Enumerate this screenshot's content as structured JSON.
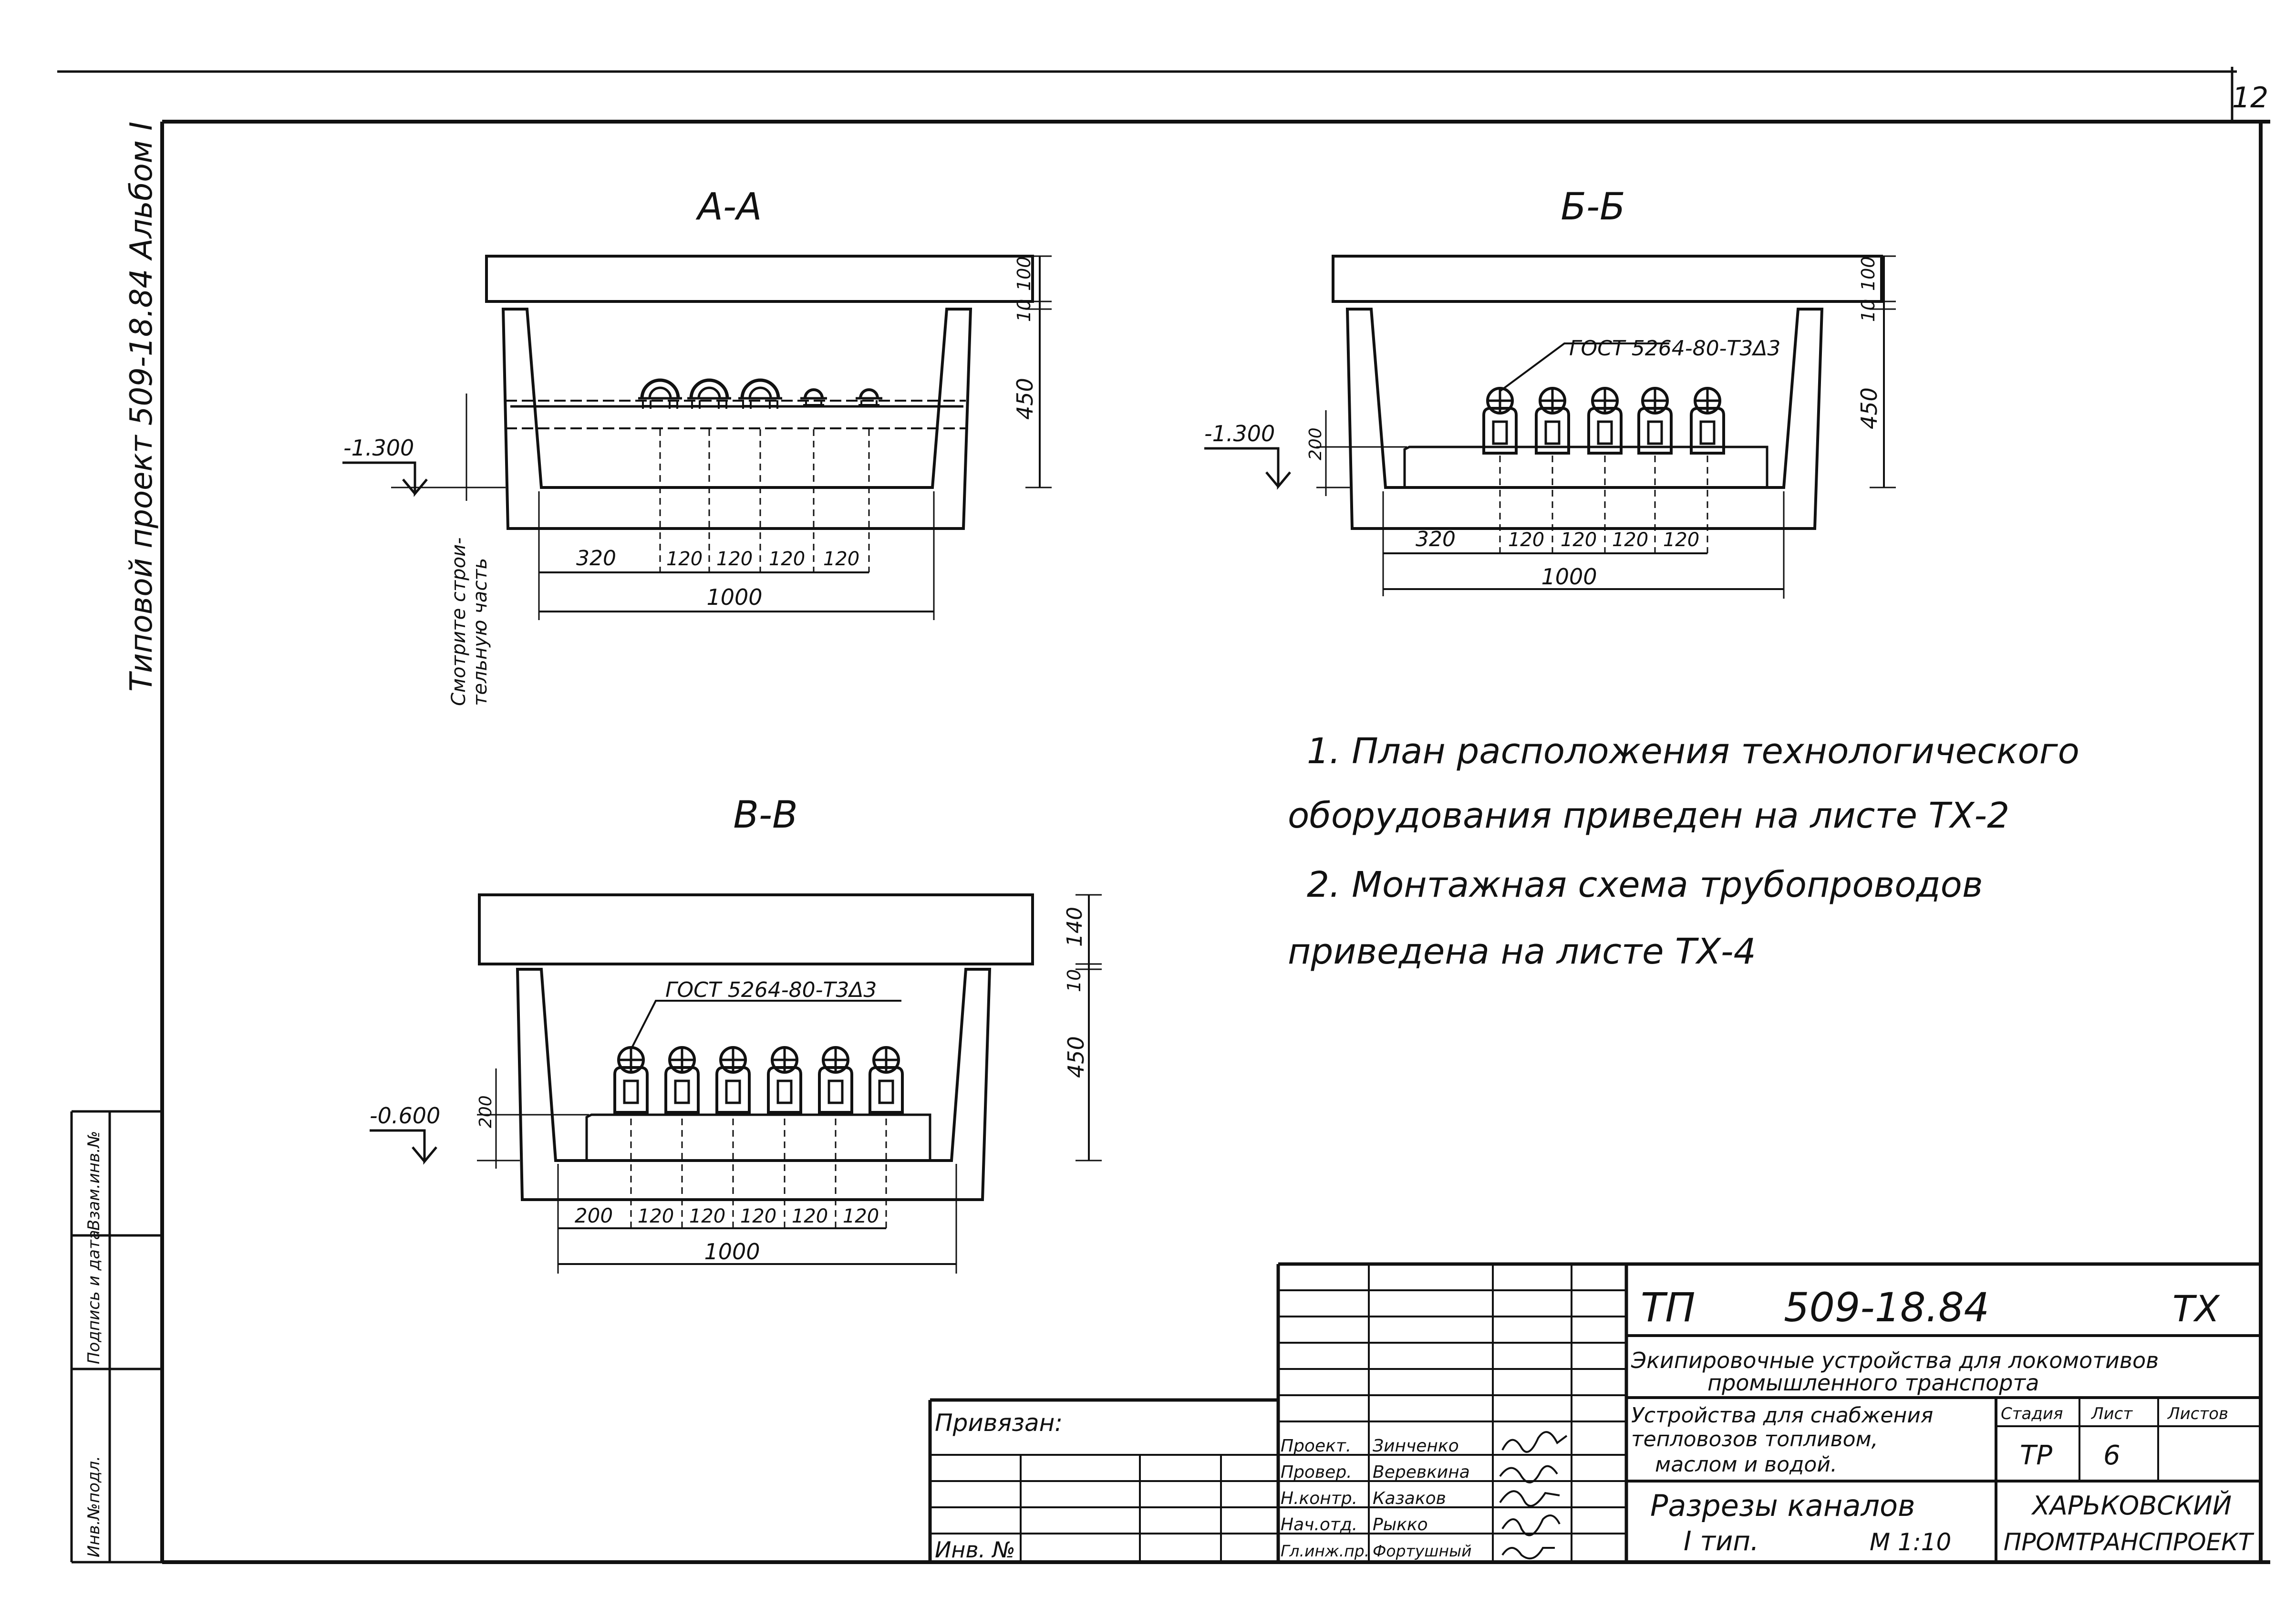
{
  "sheet_number": "12",
  "side_stamp": "Типовой проект 509-18.84 Альбом I",
  "left_strip": {
    "inv_no_orig": "Инв.№подл.",
    "signature_date": "Подпись и дата",
    "replaces_inv": "Взам.инв.№"
  },
  "section_aa": {
    "title": "А-А",
    "elevation": "-1.300",
    "note": [
      "Смотрите строи-",
      "тельную часть"
    ],
    "dim_h1": "100",
    "dim_h2": "10",
    "dim_h3": "450",
    "spacing": [
      "320",
      "120",
      "120",
      "120",
      "120"
    ],
    "overall": "1000"
  },
  "section_bb": {
    "title": "Б-Б",
    "elevation": "-1.300",
    "height_200": "200",
    "gost_label": "ГОСТ 5264-80-Т3Δ3",
    "dim_h1": "100",
    "dim_h2": "10",
    "dim_h3": "450",
    "spacing": [
      "320",
      "120",
      "120",
      "120",
      "120"
    ],
    "overall": "1000"
  },
  "section_vv": {
    "title": "В-В",
    "elevation": "-0.600",
    "height_200": "200",
    "gost_label": "ГОСТ 5264-80-Т3Δ3",
    "dim_h1": "140",
    "dim_h2": "10",
    "dim_h3": "450",
    "spacing": [
      "200",
      "120",
      "120",
      "120",
      "120",
      "120"
    ],
    "overall": "1000"
  },
  "notes": [
    "1. План расположения технологического",
    "оборудования приведен на листе ТХ-2",
    "2. Монтажная схема трубопроводов",
    "приведена на листе ТХ-4"
  ],
  "title_block": {
    "project_code": "ТП",
    "project_number": "509-18.84",
    "sheet_type": "ТХ",
    "title_line1": "Экипировочные устройства для локомотивов",
    "title_line2": "промышленного транспорта",
    "subtitle_line1": "Устройства для снабжения",
    "subtitle_line2": "тепловозов топливом,",
    "subtitle_line3": "маслом и водой.",
    "drawing_line1": "Разрезы каналов",
    "drawing_line2": "I тип.",
    "scale": "М 1:10",
    "stage_label": "Стадия",
    "sheet_label": "Лист",
    "sheets_label": "Листов",
    "stage_value": "ТР",
    "sheet_value": "6",
    "org_line1": "ХАРЬКОВСКИЙ",
    "org_line2": "ПРОМТРАНСПРОЕКТ",
    "bound_label": "Привязан:",
    "inv_label": "Инв. №",
    "roles": [
      {
        "role": "Проект.",
        "name": "Зинченко"
      },
      {
        "role": "Провер.",
        "name": "Веревкина"
      },
      {
        "role": "Н.контр.",
        "name": "Казаков"
      },
      {
        "role": "Нач.отд.",
        "name": "Рыкко"
      },
      {
        "role": "Гл.инж.пр.",
        "name": "Фортушный"
      }
    ]
  }
}
